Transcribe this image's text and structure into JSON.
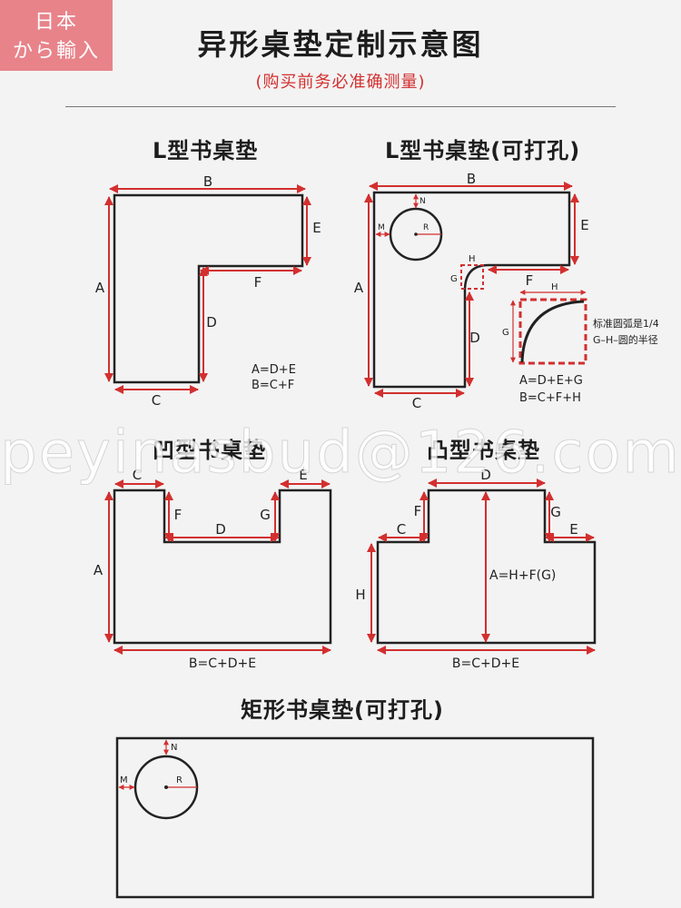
{
  "badge": {
    "line1": "日本",
    "line2": "から輸入",
    "color": "#e8838a"
  },
  "title": "异形桌垫定制示意图",
  "subtitle": "(购买前务必准确测量)",
  "colors": {
    "dimension": "#d32f2f",
    "outline": "#222222"
  },
  "sections": {
    "l_shape": "L型书桌垫",
    "l_shape_hole": "L型书桌垫(可打孔)",
    "u_shape": "凹型书桌垫",
    "t_shape": "凸型书桌垫",
    "rect_hole": "矩形书桌垫(可打孔)"
  },
  "labels": {
    "A": "A",
    "B": "B",
    "C": "C",
    "D": "D",
    "E": "E",
    "F": "F",
    "G": "G",
    "H": "H",
    "M": "M",
    "N": "N",
    "R": "R"
  },
  "formulas": {
    "l1_line1": "A=D+E",
    "l1_line2": "B=C+F",
    "l2_line1": "A=D+E+G",
    "l2_line2": "B=C+F+H",
    "u_bottom": "B=C+D+E",
    "t_bottom": "B=C+D+E",
    "t_height": "A=H+F(G)"
  },
  "note": {
    "line1": "标准圆弧是1/4",
    "line2": "G–H–圆的半径"
  },
  "watermark": "peyinasbud@126.com"
}
